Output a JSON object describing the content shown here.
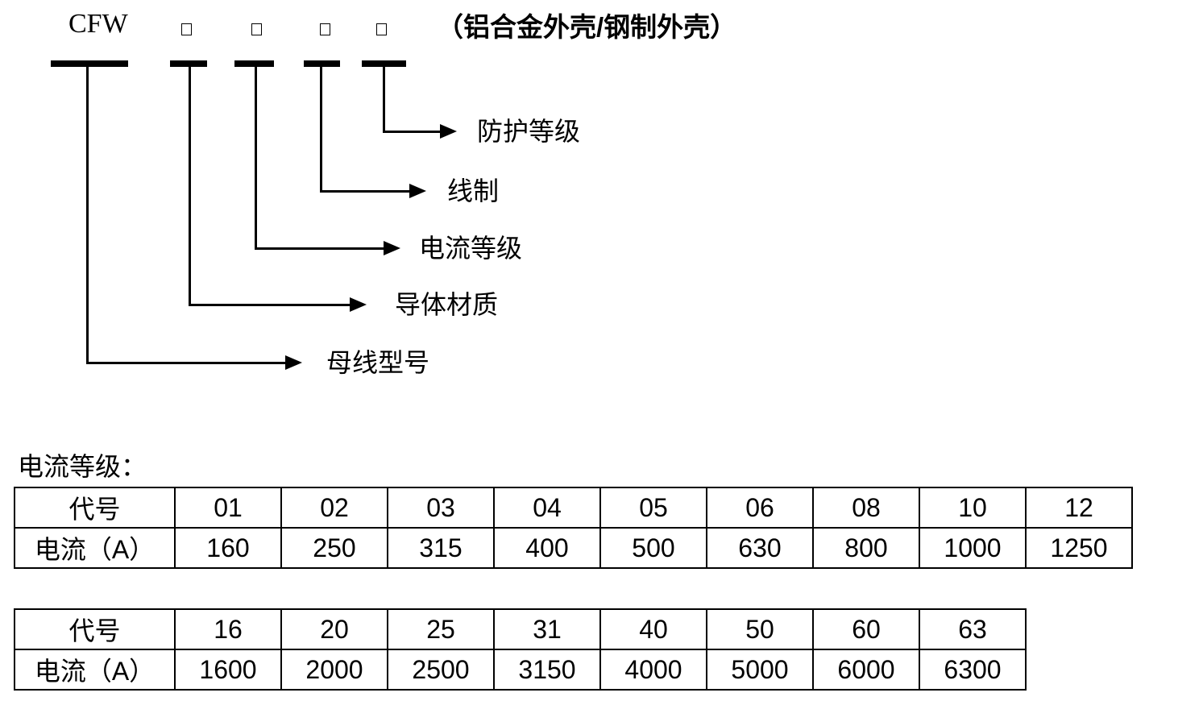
{
  "model_code": {
    "prefix": "CFW",
    "digit_boxes": [
      "□",
      "□",
      "□",
      "□"
    ],
    "enclosure_note": "（铝合金外壳/钢制外壳）",
    "branch_labels": [
      "母线型号",
      "导体材质",
      "电流等级",
      "线制",
      "防护等级"
    ]
  },
  "current_section": {
    "title": "电流等级：",
    "tables": [
      {
        "header_label": "代号",
        "row_label": "电流（A）",
        "codes": [
          "01",
          "02",
          "03",
          "04",
          "05",
          "06",
          "08",
          "10",
          "12"
        ],
        "currents": [
          "160",
          "250",
          "315",
          "400",
          "500",
          "630",
          "800",
          "1000",
          "1250"
        ]
      },
      {
        "header_label": "代号",
        "row_label": "电流（A）",
        "codes": [
          "16",
          "20",
          "25",
          "31",
          "40",
          "50",
          "60",
          "63"
        ],
        "currents": [
          "1600",
          "2000",
          "2500",
          "3150",
          "4000",
          "5000",
          "6000",
          "6300"
        ]
      }
    ]
  },
  "colors": {
    "ink": "#000000",
    "background": "#ffffff"
  }
}
